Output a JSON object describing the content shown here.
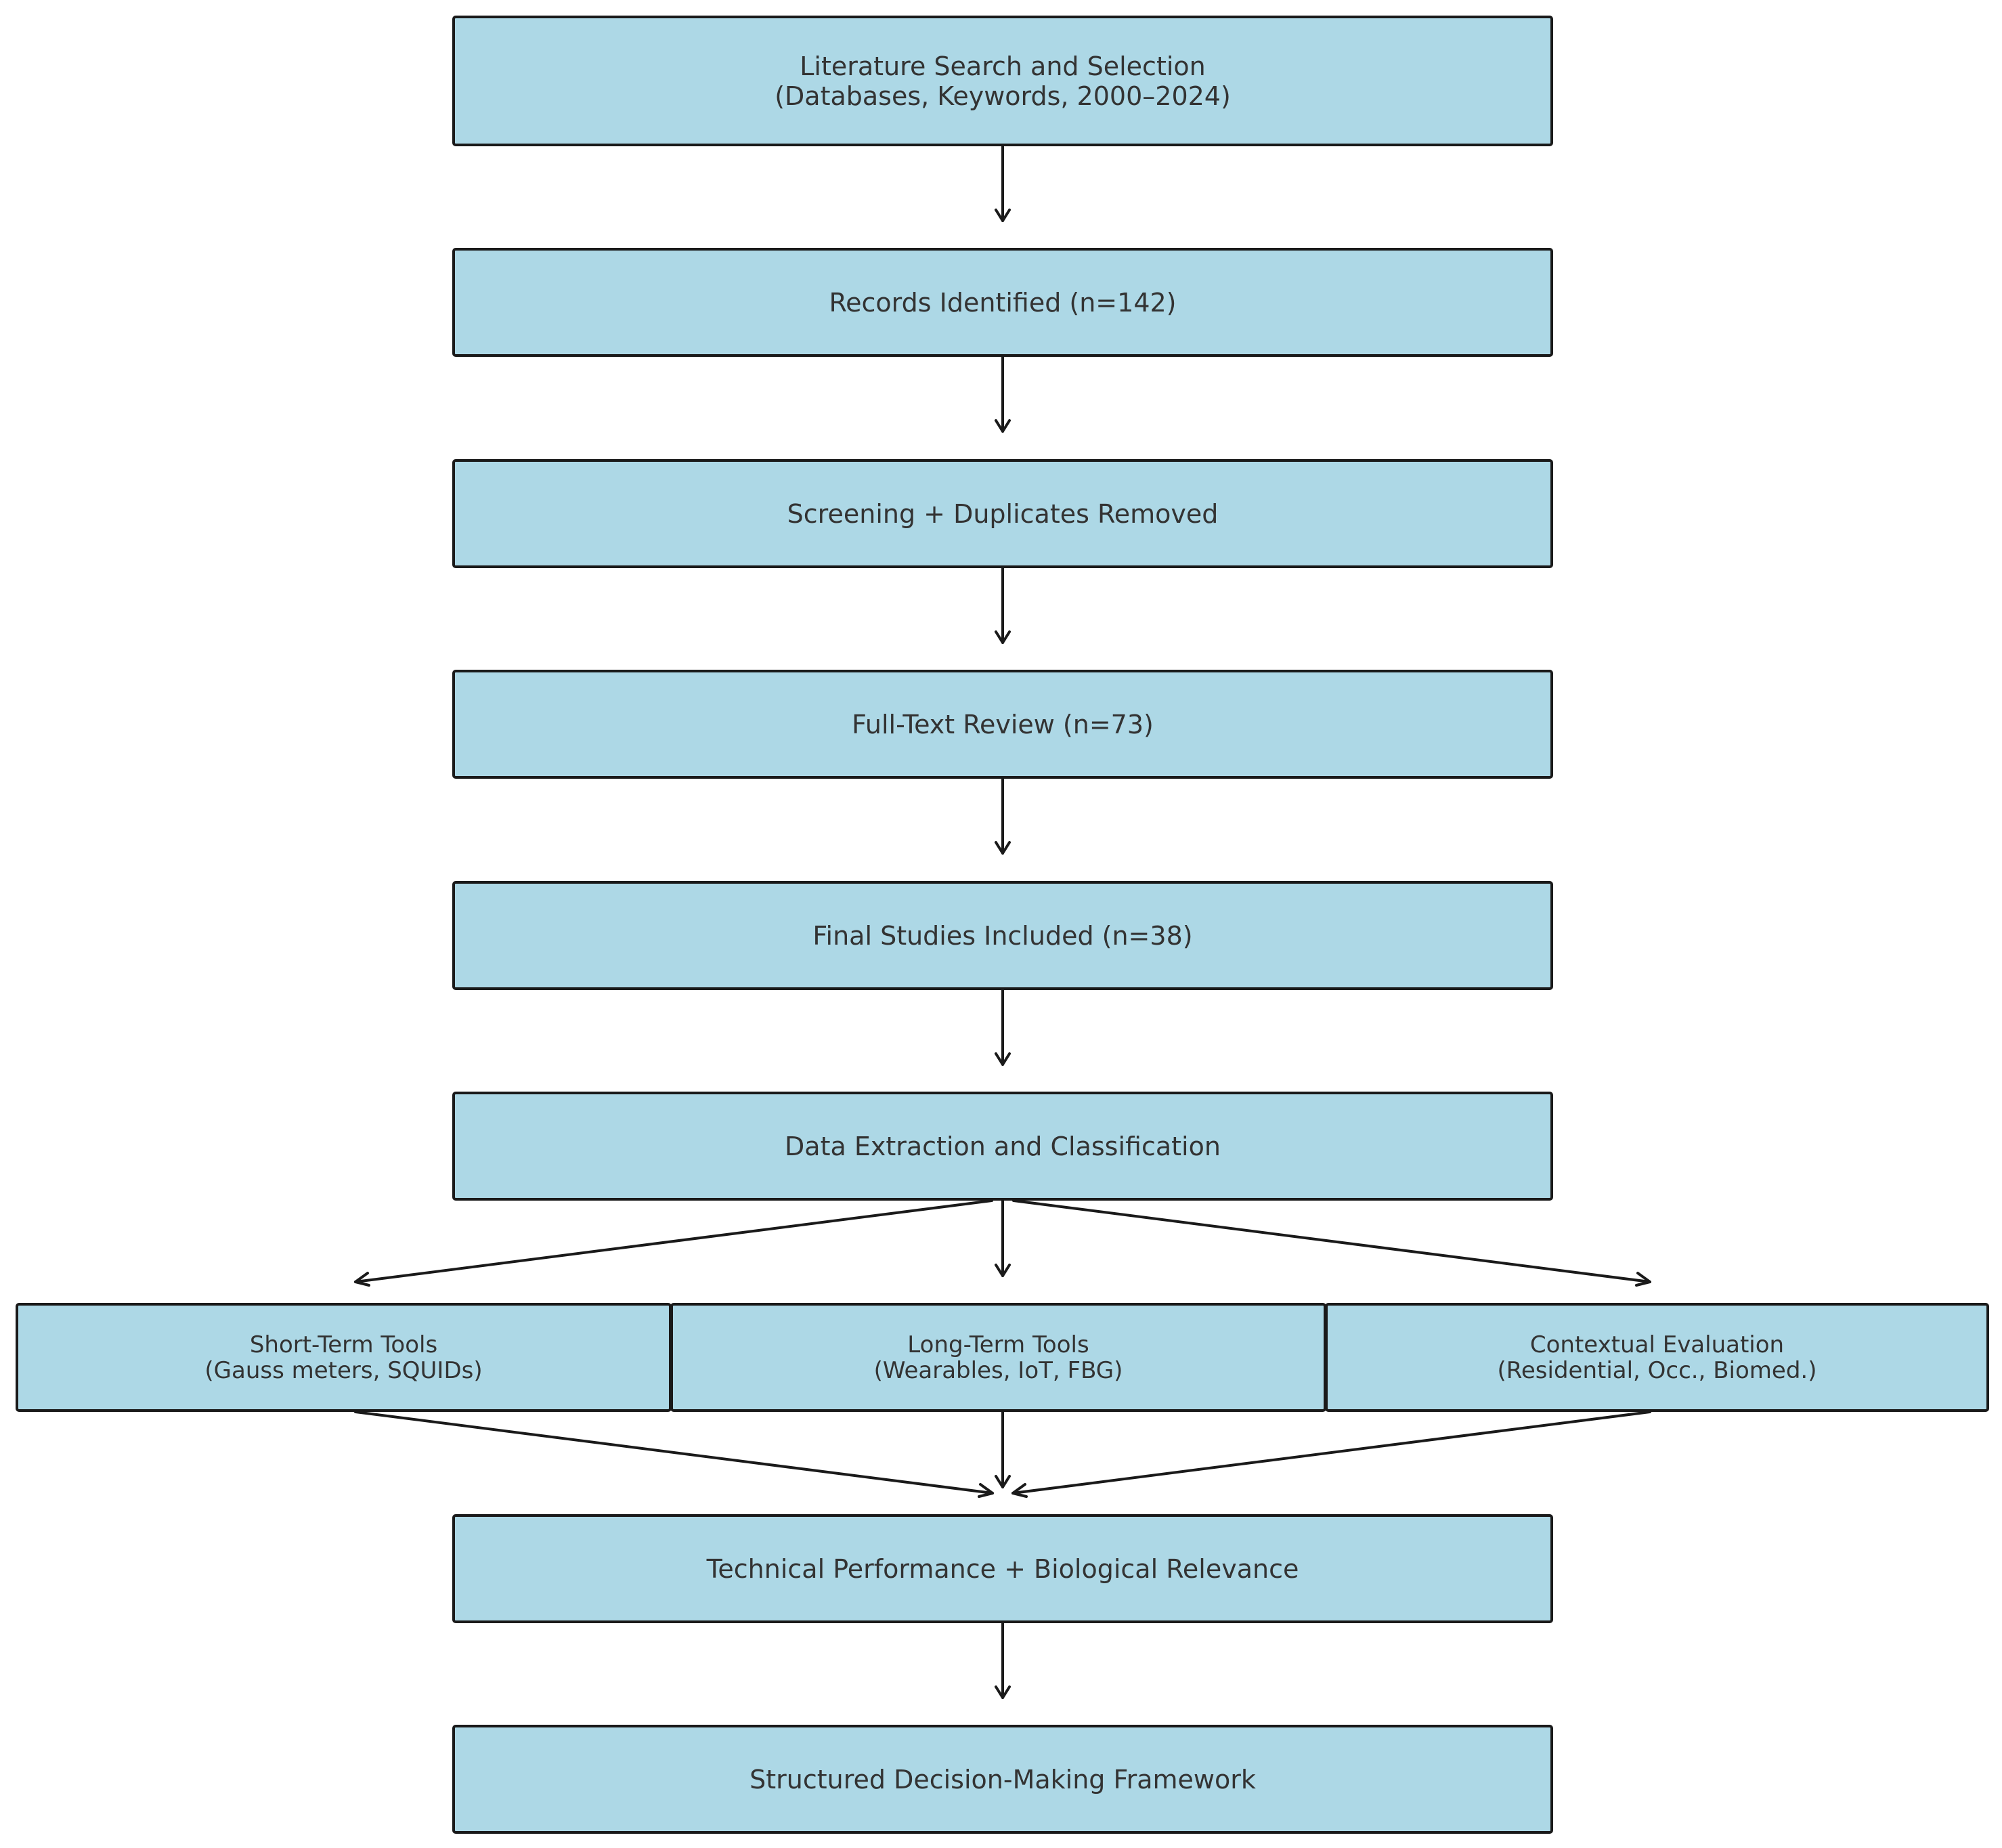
{
  "colors": {
    "box_fill": "#add8e6",
    "box_border": "#1a1a1a",
    "text": "#333333",
    "arrow": "#1a1a1a"
  },
  "flow": {
    "literature_search": {
      "line1": "Literature Search and Selection",
      "line2": "(Databases, Keywords, 2000–2024)"
    },
    "records_identified": "Records Identified (n=142)",
    "screening": "Screening + Duplicates Removed",
    "full_text_review": "Full-Text Review (n=73)",
    "final_studies": "Final Studies Included (n=38)",
    "data_extraction": "Data Extraction and Classification",
    "branches": [
      {
        "title": "Short-Term Tools",
        "detail": "(Gauss meters, SQUIDs)"
      },
      {
        "title": "Long-Term Tools",
        "detail": "(Wearables, IoT, FBG)"
      },
      {
        "title": "Contextual Evaluation",
        "detail": "(Residential, Occ., Biomed.)"
      }
    ],
    "technical_performance": "Technical Performance + Biological Relevance",
    "decision_framework": "Structured Decision-Making Framework"
  }
}
